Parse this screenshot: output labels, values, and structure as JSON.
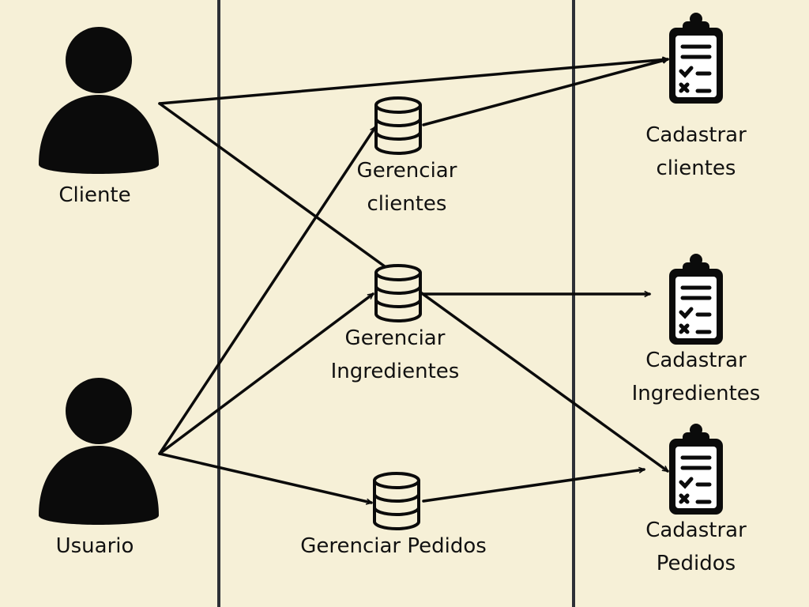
{
  "colors": {
    "background": "#f6f0d7",
    "ink": "#0b0b0b"
  },
  "actors": [
    {
      "id": "cliente",
      "label": "Cliente",
      "icon": "person-icon"
    },
    {
      "id": "usuario",
      "label": "Usuario",
      "icon": "person-icon"
    }
  ],
  "processes": [
    {
      "id": "gerenciar-clientes",
      "label_lines": [
        "Gerenciar",
        "clientes"
      ],
      "icon": "database-icon"
    },
    {
      "id": "gerenciar-ingredientes",
      "label_lines": [
        "Gerenciar",
        "Ingredientes"
      ],
      "icon": "database-icon"
    },
    {
      "id": "gerenciar-pedidos",
      "label_lines": [
        "Gerenciar Pedidos"
      ],
      "icon": "database-icon"
    }
  ],
  "outputs": [
    {
      "id": "cadastrar-clientes",
      "label_lines": [
        "Cadastrar",
        "clientes"
      ],
      "icon": "clipboard-checklist-icon"
    },
    {
      "id": "cadastrar-ingredientes",
      "label_lines": [
        "Cadastrar",
        "Ingredientes"
      ],
      "icon": "clipboard-checklist-icon"
    },
    {
      "id": "cadastrar-pedidos",
      "label_lines": [
        "Cadastrar",
        "Pedidos"
      ],
      "icon": "clipboard-checklist-icon"
    }
  ],
  "connections": [
    {
      "from": "cliente",
      "to": "cadastrar-clientes"
    },
    {
      "from": "cliente",
      "to": "cadastrar-pedidos"
    },
    {
      "from": "usuario",
      "to": "gerenciar-clientes"
    },
    {
      "from": "usuario",
      "to": "gerenciar-ingredientes"
    },
    {
      "from": "usuario",
      "to": "gerenciar-pedidos"
    },
    {
      "from": "gerenciar-clientes",
      "to": "cadastrar-clientes"
    },
    {
      "from": "gerenciar-ingredientes",
      "to": "cadastrar-ingredientes"
    },
    {
      "from": "gerenciar-pedidos",
      "to": "cadastrar-pedidos"
    }
  ]
}
